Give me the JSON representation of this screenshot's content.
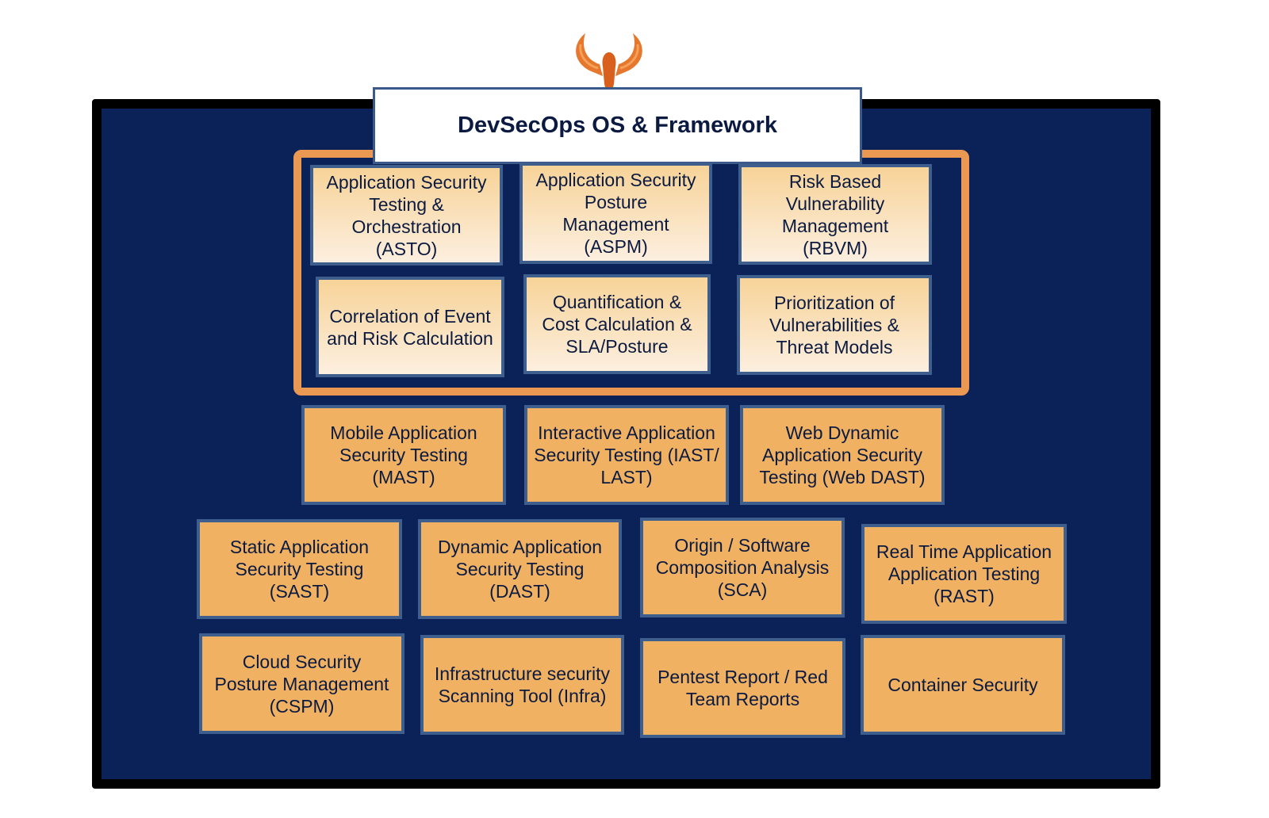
{
  "title": "DevSecOps OS & Framework",
  "logo": {
    "icon": "phoenix-logo",
    "color": "#e06a22"
  },
  "colors": {
    "background": "#0b2259",
    "frame": "#eb9852",
    "box": "#f0b162",
    "border": "#3e5e8e"
  },
  "core_components": [
    "Application Security Testing & Orchestration (ASTO)",
    "Application Security Posture Management (ASPM)",
    "Risk Based Vulnerability Management (RBVM)",
    "Correlation of Event and Risk Calculation",
    "Quantification & Cost Calculation & SLA/Posture",
    "Prioritization of Vulnerabilities & Threat Models"
  ],
  "tools_row1": [
    "Mobile Application Security Testing (MAST)",
    "Interactive Application Security Testing (IAST/ LAST)",
    "Web Dynamic Application Security Testing (Web DAST)"
  ],
  "tools_row2": [
    "Static Application Security Testing (SAST)",
    "Dynamic Application Security Testing (DAST)",
    "Origin / Software Composition Analysis (SCA)",
    "Real Time Application Application Testing (RAST)"
  ],
  "tools_row3": [
    "Cloud Security Posture Management (CSPM)",
    "Infrastructure security Scanning Tool (Infra)",
    "Pentest Report / Red Team Reports",
    "Container Security"
  ]
}
